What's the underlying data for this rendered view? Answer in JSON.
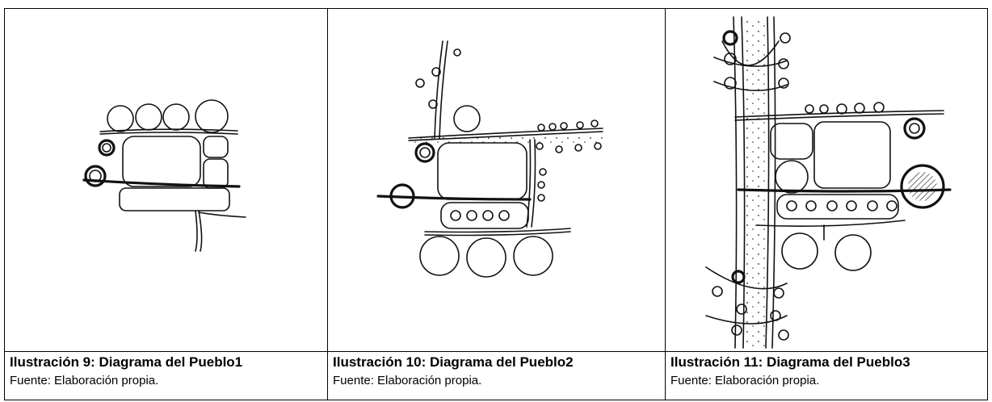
{
  "figures": [
    {
      "title": "Ilustración 9: Diagrama del Pueblo1",
      "source": "Fuente: Elaboración propia."
    },
    {
      "title": "Ilustración 10: Diagrama del Pueblo2",
      "source": "Fuente: Elaboración propia."
    },
    {
      "title": "Ilustración 11: Diagrama del Pueblo3",
      "source": "Fuente: Elaboración propia."
    }
  ]
}
